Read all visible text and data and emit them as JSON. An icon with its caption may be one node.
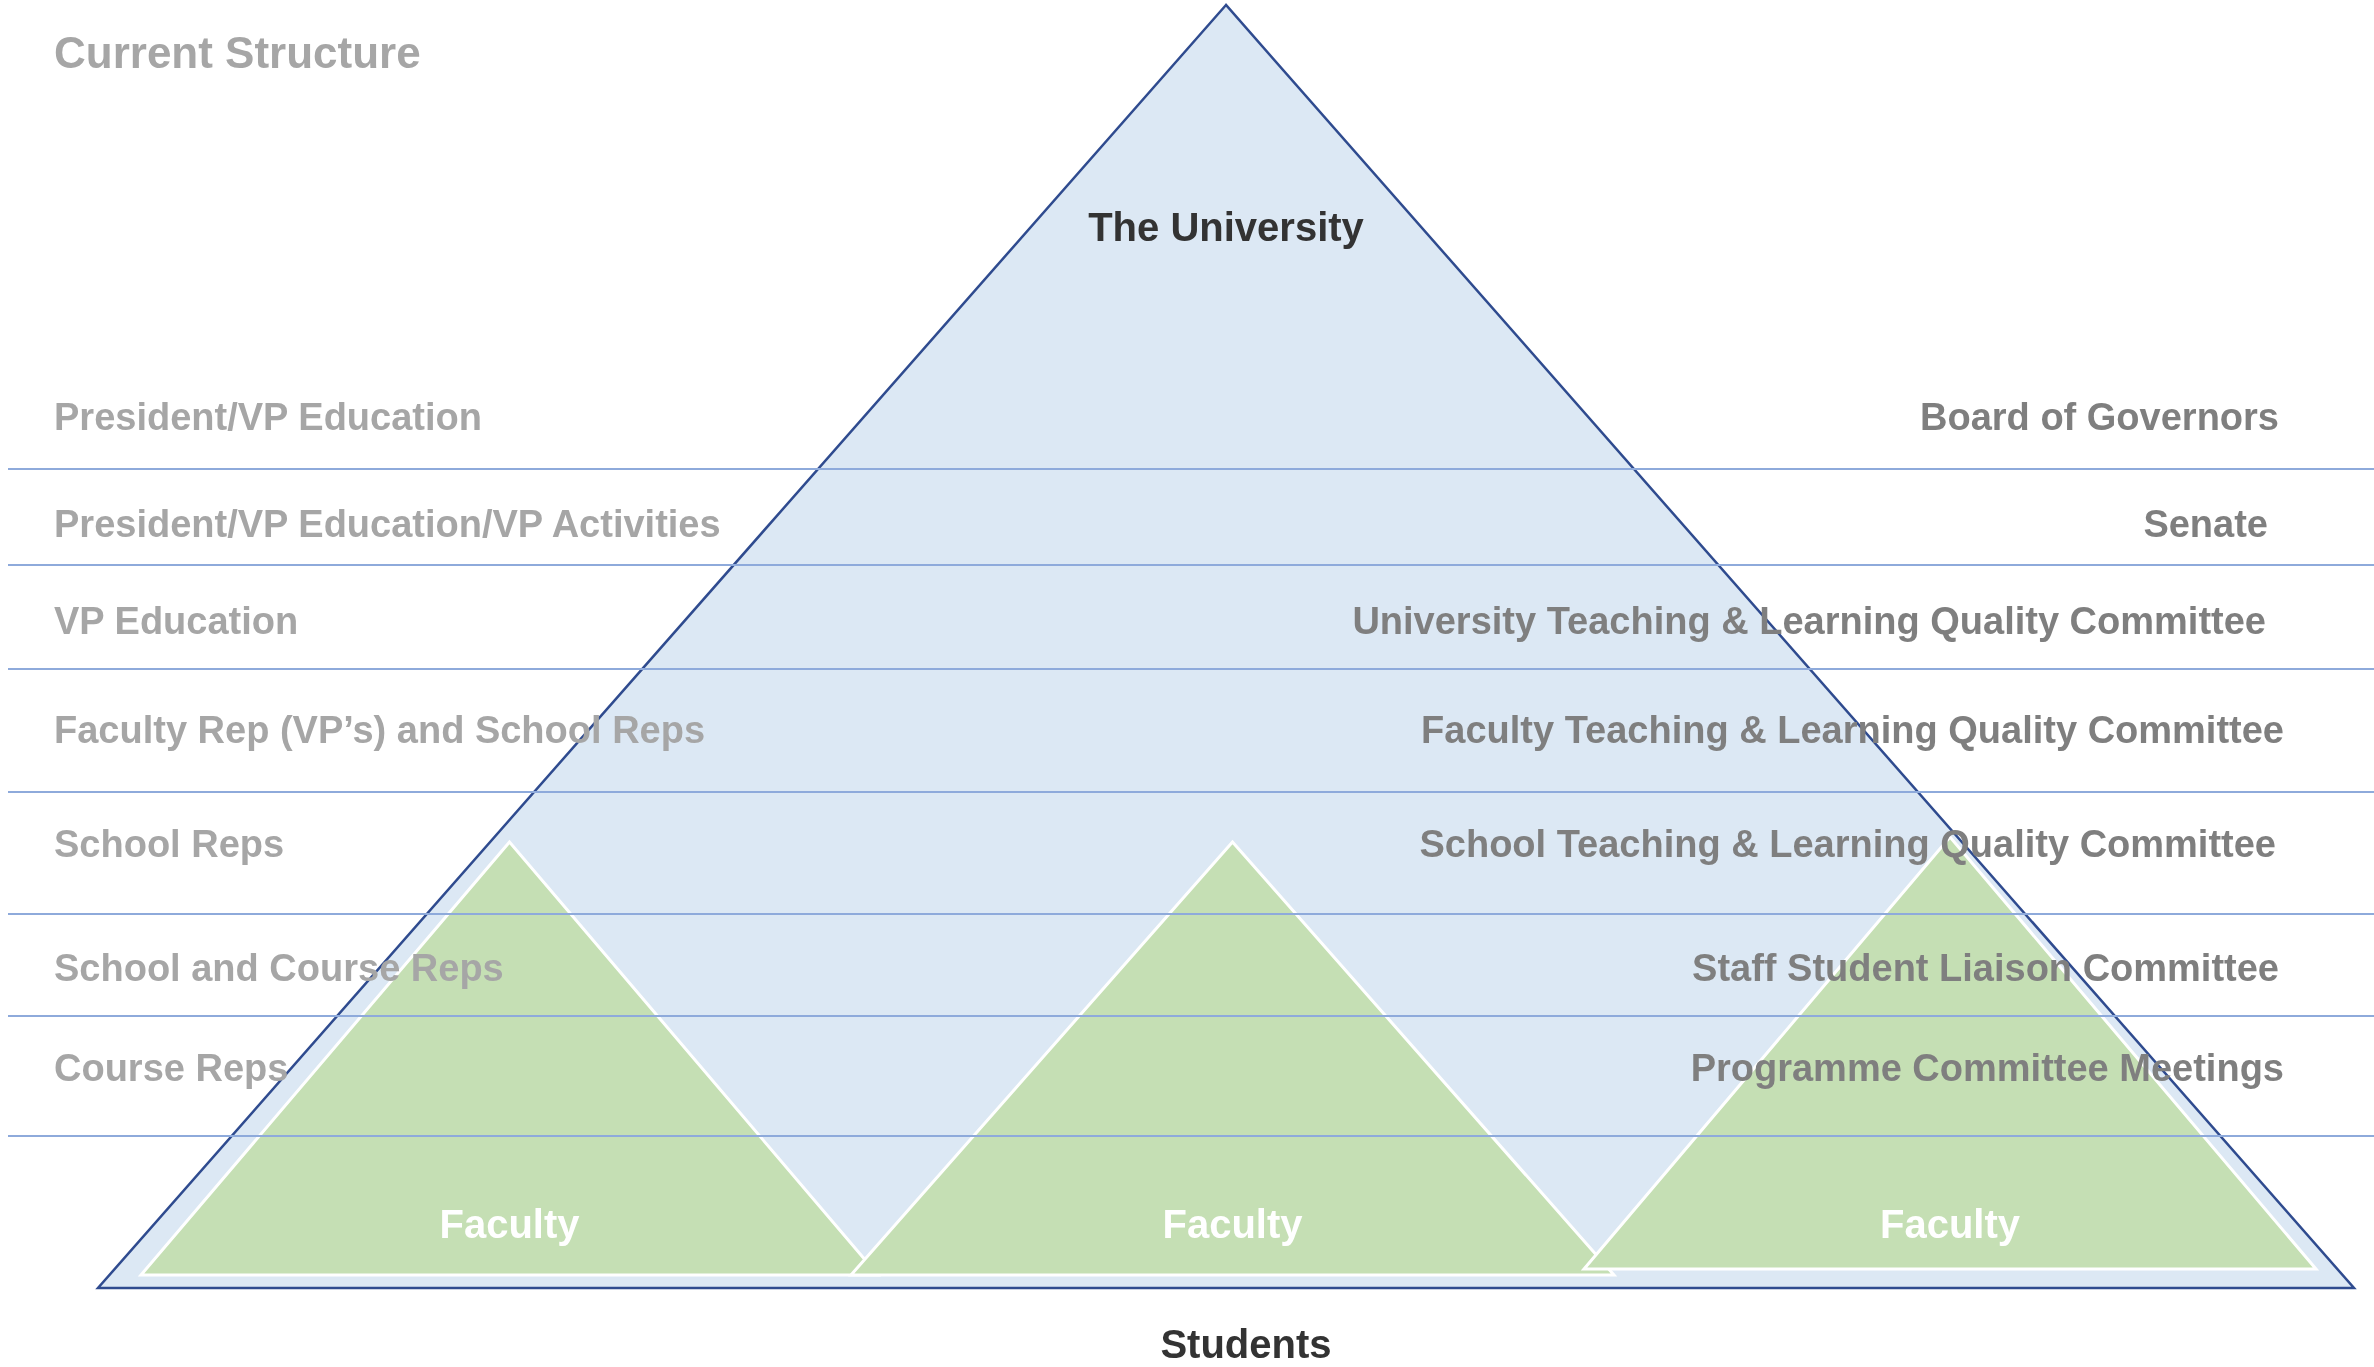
{
  "diagram": {
    "title": "Current Structure",
    "nodes": [
      {
        "text": [
          "The University"
        ]
      },
      {
        "text": [
          "Faculty"
        ],
        "in": 0
      },
      {
        "text": [
          "Faculty"
        ],
        "in": 0
      },
      {
        "text": [
          "Faculty"
        ],
        "in": 0
      }
    ],
    "labels": [
      "President/VP Education",
      "Board of Governors",
      "President/VP Education/VP Activities",
      "Senate",
      "VP Education",
      "University Teaching & Learning Quality Committee",
      "Faculty Rep (VP’s) and School Reps",
      "Faculty Teaching & Learning Quality Committee",
      "School Reps",
      "School Teaching & Learning Quality Committee",
      "School and Course Reps",
      "Staff Student Liaison Committee",
      "Course Reps",
      "Programme Committee Meetings",
      "Students"
    ]
  }
}
